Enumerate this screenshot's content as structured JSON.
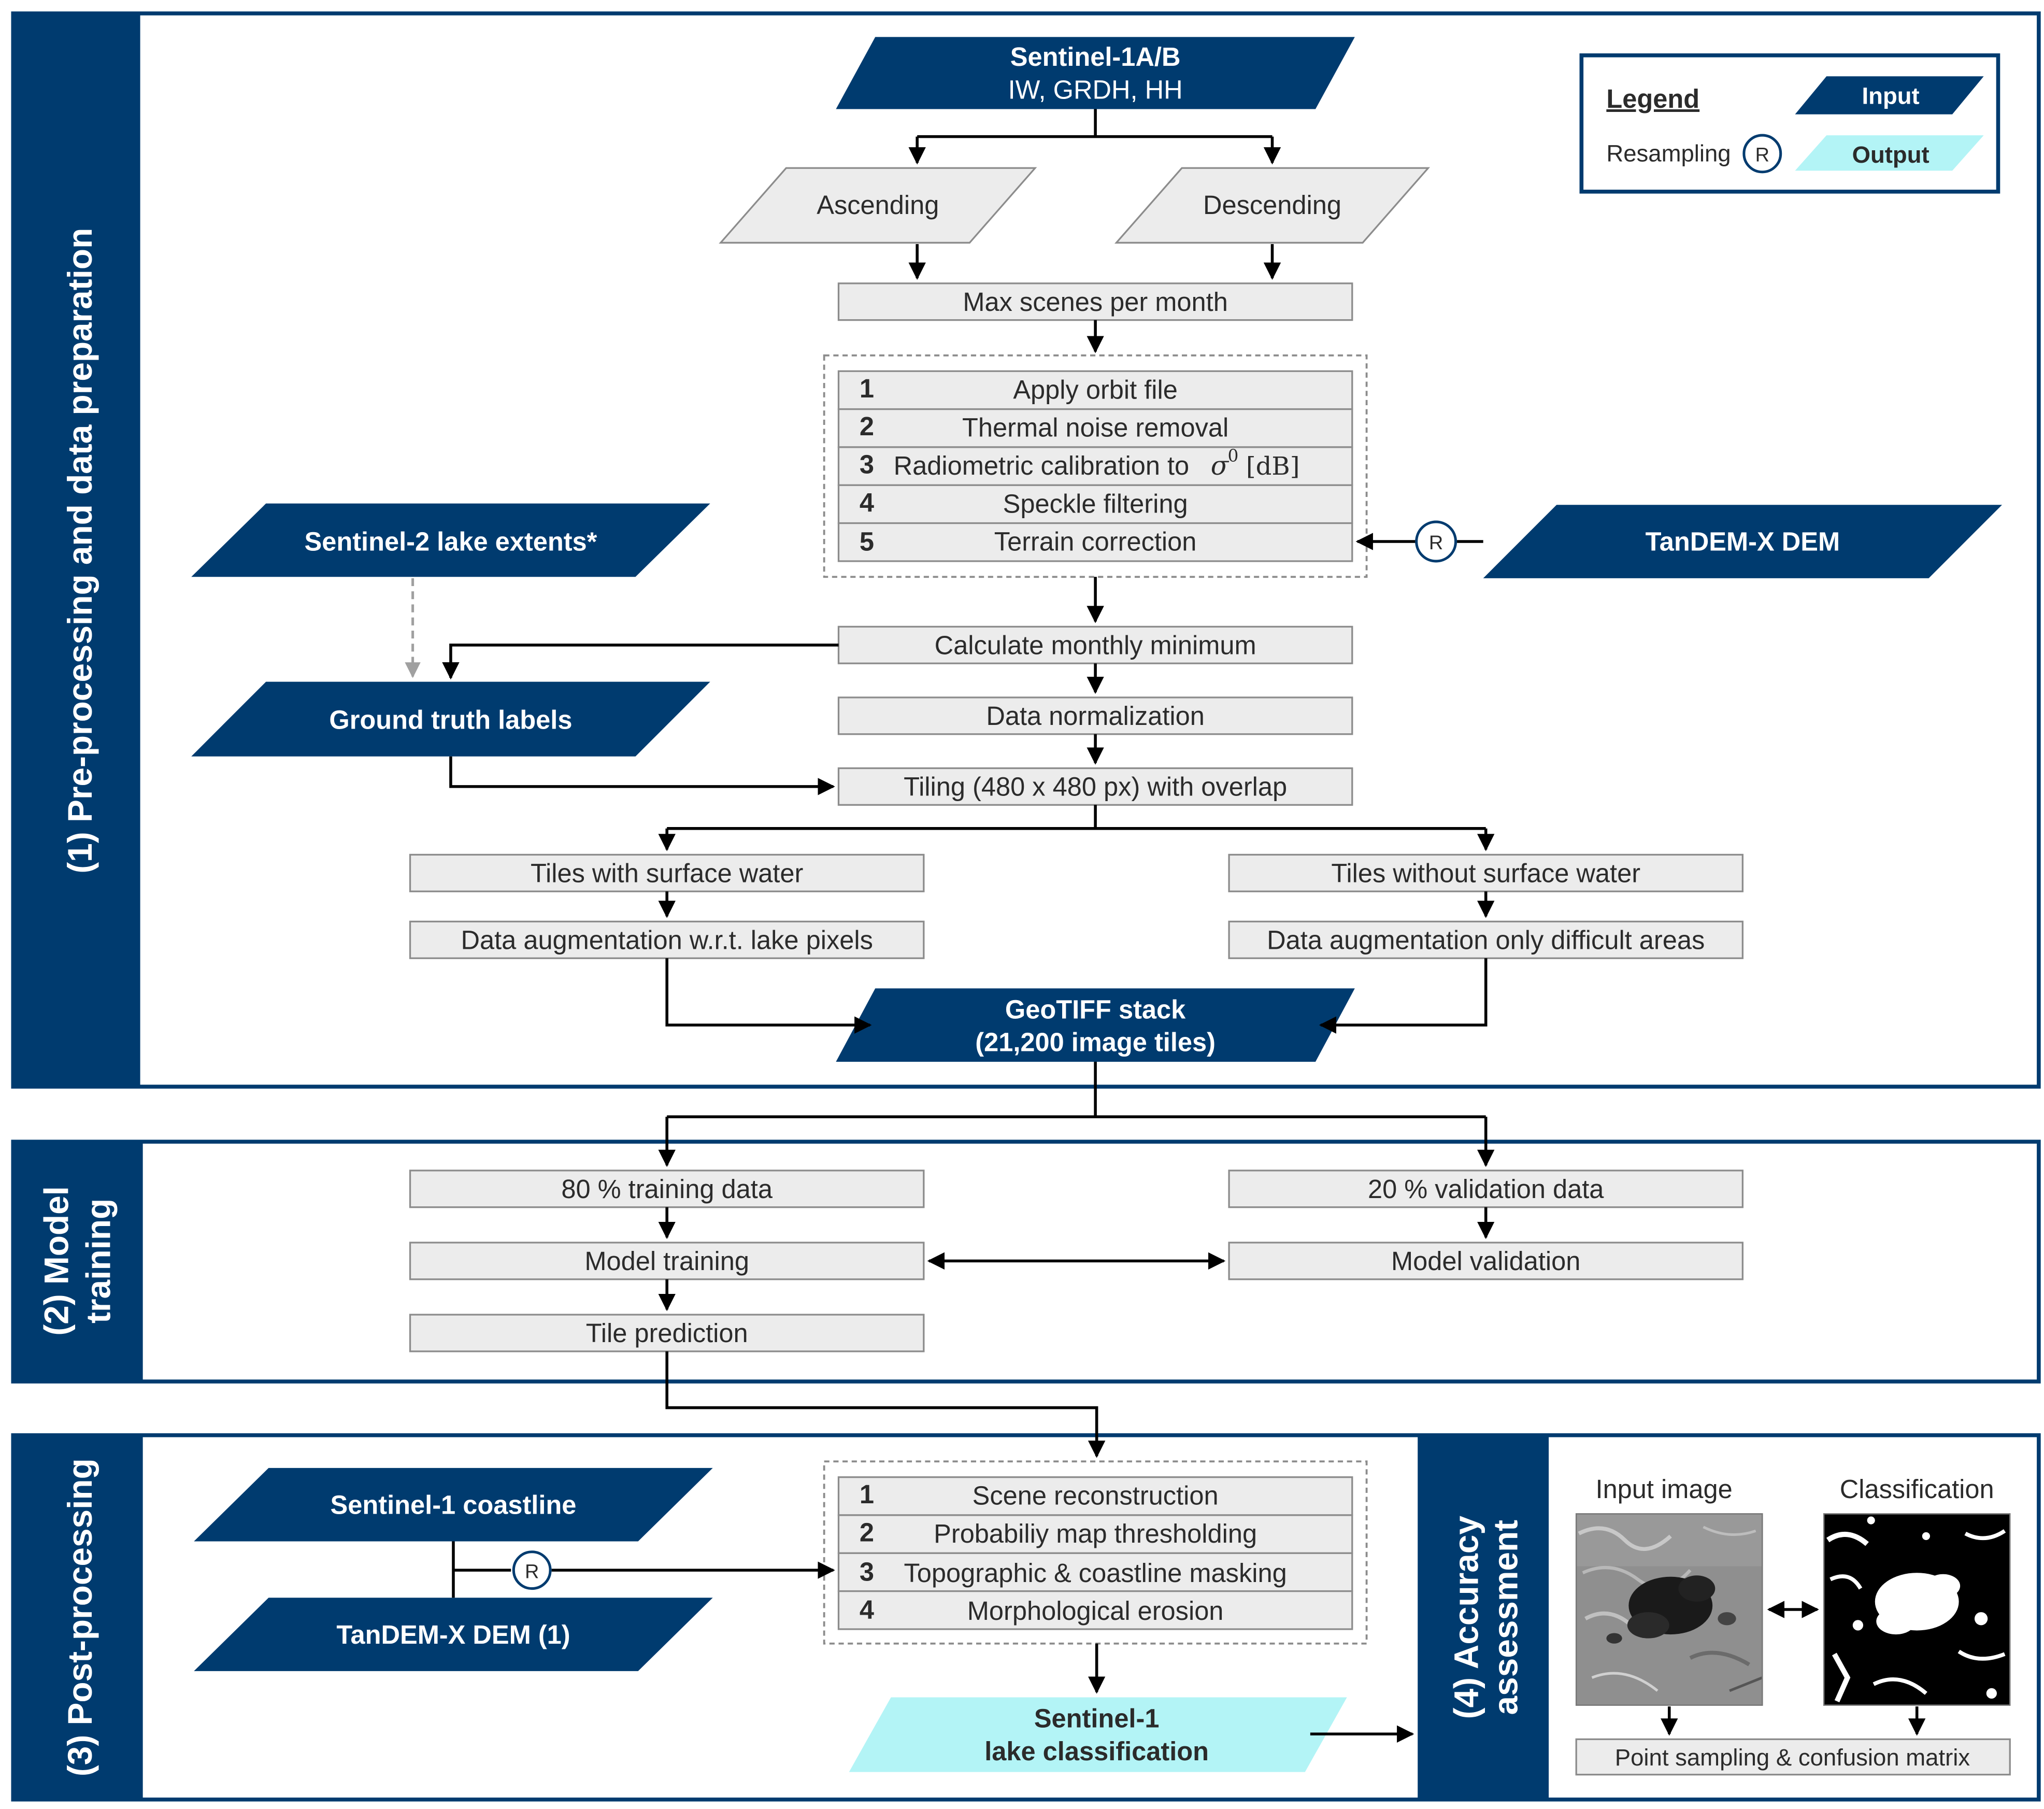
{
  "sections": {
    "s1": "(1) Pre-processing and data preparation",
    "s2_line1": "(2) Model",
    "s2_line2": "training",
    "s3": "(3) Post-processing",
    "s4_line1": "(4) Accuracy",
    "s4_line2": "assessment"
  },
  "legend": {
    "title": "Legend",
    "input": "Input",
    "output": "Output",
    "resampling": "Resampling",
    "r_symbol": "R"
  },
  "inputs": {
    "sentinel1_title": "Sentinel-1A/B",
    "sentinel1_sub": "IW, GRDH, HH",
    "sentinel2_extents": "Sentinel-2 lake extents*",
    "ground_truth": "Ground truth labels",
    "tandem_dem": "TanDEM-X DEM",
    "geotiff_line1": "GeoTIFF stack",
    "geotiff_line2": "(21,200 image tiles)",
    "coastline": "Sentinel-1 coastline",
    "tandem_dem_1": "TanDEM-X DEM (1)"
  },
  "orbits": {
    "ascending": "Ascending",
    "descending": "Descending"
  },
  "steps": {
    "max_scenes": "Max scenes per month",
    "monthly_min": "Calculate monthly minimum",
    "normalization": "Data normalization",
    "tiling": "Tiling (480 x 480 px) with overlap",
    "tiles_with": "Tiles with surface water",
    "tiles_without": "Tiles without surface water",
    "aug_lake": "Data augmentation w.r.t. lake pixels",
    "aug_difficult": "Data augmentation only difficult areas",
    "training_data": "80 % training data",
    "validation_data": "20 % validation data",
    "model_training": "Model training",
    "model_validation": "Model validation",
    "tile_prediction": "Tile prediction",
    "point_sampling": "Point sampling & confusion matrix"
  },
  "preprocessing": [
    {
      "num": "1",
      "label": "Apply orbit file"
    },
    {
      "num": "2",
      "label": "Thermal noise removal"
    },
    {
      "num": "3",
      "label": "Radiometric calibration to"
    },
    {
      "num": "4",
      "label": "Speckle filtering"
    },
    {
      "num": "5",
      "label": "Terrain correction"
    }
  ],
  "sigma": {
    "symbol": "σ",
    "sup": "0",
    "unit": "[dB]"
  },
  "postprocessing": [
    {
      "num": "1",
      "label": "Scene reconstruction"
    },
    {
      "num": "2",
      "label": "Probabiliy map thresholding"
    },
    {
      "num": "3",
      "label": "Topographic & coastline masking"
    },
    {
      "num": "4",
      "label": "Morphological erosion"
    }
  ],
  "output": {
    "line1": "Sentinel-1",
    "line2": "lake classification"
  },
  "accuracy": {
    "input_image": "Input image",
    "classification": "Classification"
  },
  "colors": {
    "navy": "#003b6f",
    "process_fill": "#ececec",
    "output_fill": "#b3f4f6"
  }
}
